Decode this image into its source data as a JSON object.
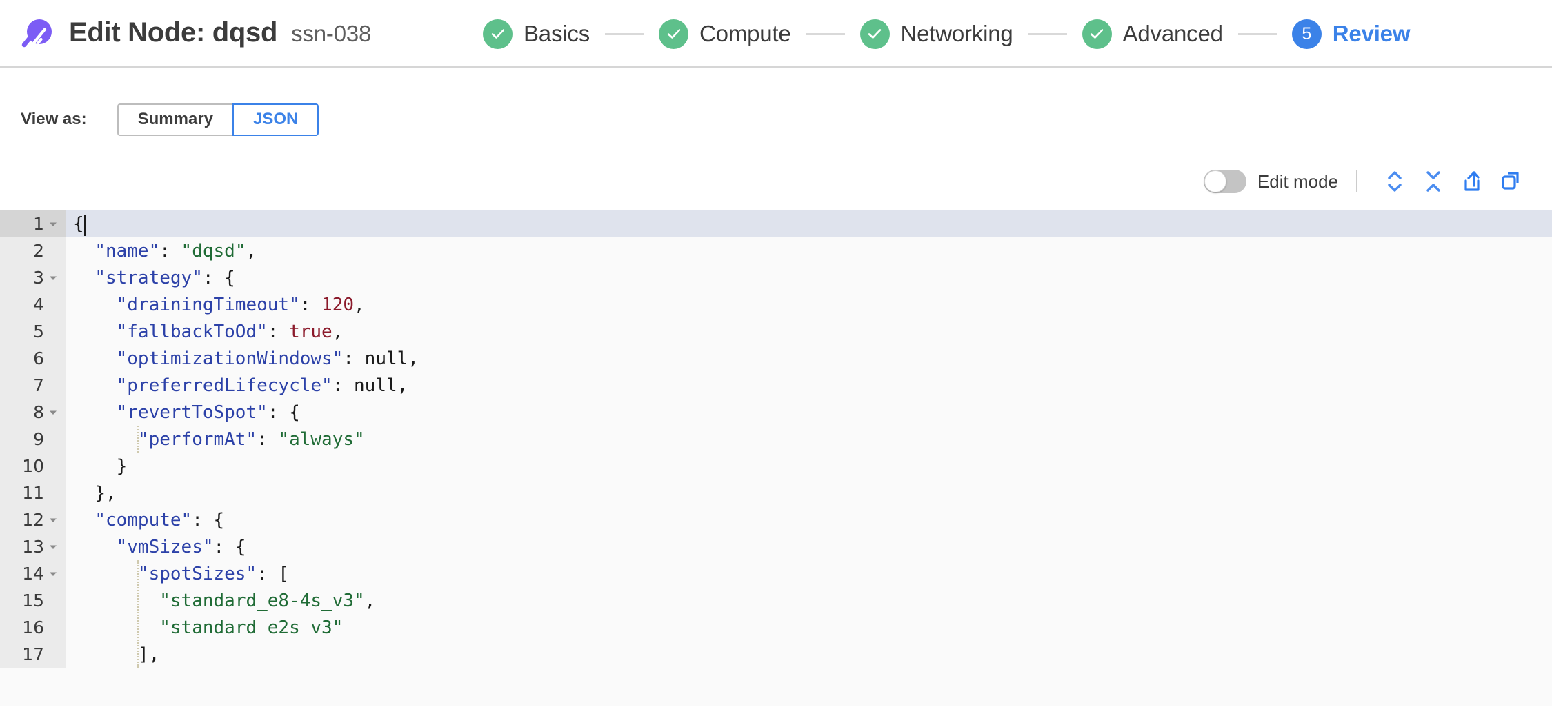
{
  "header": {
    "logo_icon": "spot-logo-icon",
    "title": "Edit Node: dqsd",
    "subtitle": "ssn-038",
    "stepper": [
      {
        "label": "Basics",
        "state": "done",
        "marker": "check-icon"
      },
      {
        "label": "Compute",
        "state": "done",
        "marker": "check-icon"
      },
      {
        "label": "Networking",
        "state": "done",
        "marker": "check-icon"
      },
      {
        "label": "Advanced",
        "state": "done",
        "marker": "check-icon"
      },
      {
        "label": "Review",
        "state": "current",
        "marker": "5"
      }
    ]
  },
  "view_as": {
    "label": "View as:",
    "options": [
      {
        "label": "Summary",
        "selected": false
      },
      {
        "label": "JSON",
        "selected": true
      }
    ]
  },
  "editor_toolbar": {
    "edit_mode_label": "Edit mode",
    "edit_mode_on": false,
    "actions": [
      {
        "icon": "expand-all-icon"
      },
      {
        "icon": "collapse-all-icon"
      },
      {
        "icon": "share-export-icon"
      },
      {
        "icon": "copy-icon"
      }
    ]
  },
  "code": {
    "language": "json",
    "active_line": 1,
    "lines": [
      {
        "n": 1,
        "fold": true,
        "indent": 0,
        "tokens": [
          {
            "t": "brace",
            "v": "{"
          }
        ]
      },
      {
        "n": 2,
        "fold": false,
        "indent": 1,
        "tokens": [
          {
            "t": "key",
            "v": "\"name\""
          },
          {
            "t": "punct",
            "v": ": "
          },
          {
            "t": "str",
            "v": "\"dqsd\""
          },
          {
            "t": "punct",
            "v": ","
          }
        ]
      },
      {
        "n": 3,
        "fold": true,
        "indent": 1,
        "tokens": [
          {
            "t": "key",
            "v": "\"strategy\""
          },
          {
            "t": "punct",
            "v": ": "
          },
          {
            "t": "brace",
            "v": "{"
          }
        ]
      },
      {
        "n": 4,
        "fold": false,
        "indent": 2,
        "tokens": [
          {
            "t": "key",
            "v": "\"drainingTimeout\""
          },
          {
            "t": "punct",
            "v": ": "
          },
          {
            "t": "num",
            "v": "120"
          },
          {
            "t": "punct",
            "v": ","
          }
        ]
      },
      {
        "n": 5,
        "fold": false,
        "indent": 2,
        "tokens": [
          {
            "t": "key",
            "v": "\"fallbackToOd\""
          },
          {
            "t": "punct",
            "v": ": "
          },
          {
            "t": "bool",
            "v": "true"
          },
          {
            "t": "punct",
            "v": ","
          }
        ]
      },
      {
        "n": 6,
        "fold": false,
        "indent": 2,
        "tokens": [
          {
            "t": "key",
            "v": "\"optimizationWindows\""
          },
          {
            "t": "punct",
            "v": ": "
          },
          {
            "t": "null",
            "v": "null"
          },
          {
            "t": "punct",
            "v": ","
          }
        ]
      },
      {
        "n": 7,
        "fold": false,
        "indent": 2,
        "tokens": [
          {
            "t": "key",
            "v": "\"preferredLifecycle\""
          },
          {
            "t": "punct",
            "v": ": "
          },
          {
            "t": "null",
            "v": "null"
          },
          {
            "t": "punct",
            "v": ","
          }
        ]
      },
      {
        "n": 8,
        "fold": true,
        "indent": 2,
        "tokens": [
          {
            "t": "key",
            "v": "\"revertToSpot\""
          },
          {
            "t": "punct",
            "v": ": "
          },
          {
            "t": "brace",
            "v": "{"
          }
        ]
      },
      {
        "n": 9,
        "fold": false,
        "indent": 3,
        "tokens": [
          {
            "t": "key",
            "v": "\"performAt\""
          },
          {
            "t": "punct",
            "v": ": "
          },
          {
            "t": "str",
            "v": "\"always\""
          }
        ]
      },
      {
        "n": 10,
        "fold": false,
        "indent": 2,
        "tokens": [
          {
            "t": "brace",
            "v": "}"
          }
        ]
      },
      {
        "n": 11,
        "fold": false,
        "indent": 1,
        "tokens": [
          {
            "t": "brace",
            "v": "}"
          },
          {
            "t": "punct",
            "v": ","
          }
        ]
      },
      {
        "n": 12,
        "fold": true,
        "indent": 1,
        "tokens": [
          {
            "t": "key",
            "v": "\"compute\""
          },
          {
            "t": "punct",
            "v": ": "
          },
          {
            "t": "brace",
            "v": "{"
          }
        ]
      },
      {
        "n": 13,
        "fold": true,
        "indent": 2,
        "tokens": [
          {
            "t": "key",
            "v": "\"vmSizes\""
          },
          {
            "t": "punct",
            "v": ": "
          },
          {
            "t": "brace",
            "v": "{"
          }
        ]
      },
      {
        "n": 14,
        "fold": true,
        "indent": 3,
        "tokens": [
          {
            "t": "key",
            "v": "\"spotSizes\""
          },
          {
            "t": "punct",
            "v": ": "
          },
          {
            "t": "brace",
            "v": "["
          }
        ]
      },
      {
        "n": 15,
        "fold": false,
        "indent": 4,
        "tokens": [
          {
            "t": "str",
            "v": "\"standard_e8-4s_v3\""
          },
          {
            "t": "punct",
            "v": ","
          }
        ]
      },
      {
        "n": 16,
        "fold": false,
        "indent": 4,
        "tokens": [
          {
            "t": "str",
            "v": "\"standard_e2s_v3\""
          }
        ]
      },
      {
        "n": 17,
        "fold": false,
        "indent": 3,
        "tokens": [
          {
            "t": "brace",
            "v": "]"
          },
          {
            "t": "punct",
            "v": ","
          }
        ]
      }
    ],
    "guides": [
      {
        "line_start": 9,
        "line_end": 9,
        "indent": 3
      },
      {
        "line_start": 14,
        "line_end": 17,
        "indent": 3
      }
    ]
  },
  "colors": {
    "brand_purple": "#7c5cf5",
    "step_done_green": "#5ec08b",
    "step_current_blue": "#3b82e8",
    "accent_blue": "#3b82e8",
    "json_key": "#2c41a8",
    "json_string": "#1f6b35",
    "json_number": "#8b1a2b",
    "active_line_bg": "#dfe3ed",
    "gutter_bg": "#ebebeb",
    "editor_bg": "#fafafa"
  }
}
